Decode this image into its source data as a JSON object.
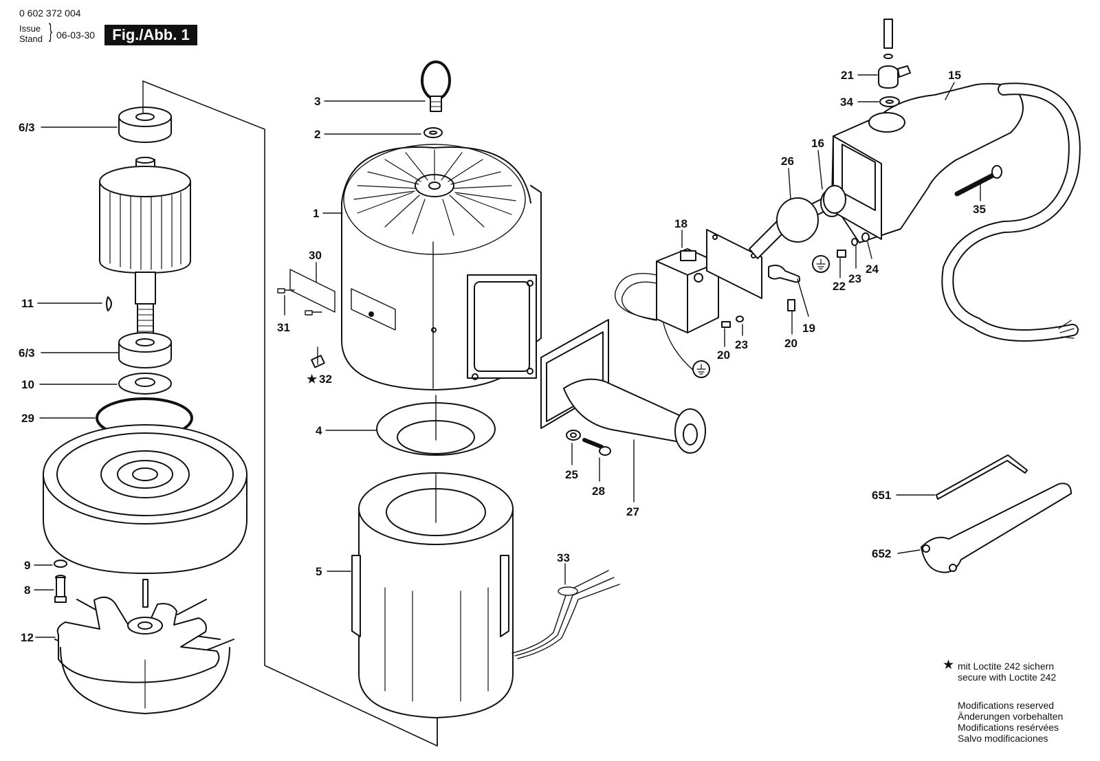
{
  "header": {
    "document_number": "0 602 372 004",
    "issue_label_en": "Issue",
    "issue_label_de": "Stand",
    "issue_date": "06-03-30",
    "figure_label": "Fig./Abb. 1"
  },
  "callouts": {
    "c_6_3_top": "6/3",
    "c_11": "11",
    "c_6_3_bottom": "6/3",
    "c_10": "10",
    "c_29": "29",
    "c_9": "9",
    "c_8": "8",
    "c_12": "12",
    "c_3": "3",
    "c_2": "2",
    "c_1": "1",
    "c_30": "30",
    "c_31": "31",
    "c_32": "32",
    "c_4": "4",
    "c_5": "5",
    "c_33": "33",
    "c_25": "25",
    "c_28": "28",
    "c_27": "27",
    "c_18": "18",
    "c_20_a": "20",
    "c_23_a": "23",
    "c_19": "19",
    "c_20_b": "20",
    "c_26": "26",
    "c_16": "16",
    "c_22": "22",
    "c_23_b": "23",
    "c_24": "24",
    "c_21": "21",
    "c_34": "34",
    "c_15": "15",
    "c_35": "35",
    "c_651": "651",
    "c_652": "652"
  },
  "notes": {
    "star_symbol": "★",
    "loctite_de": "mit Loctite 242 sichern",
    "loctite_en": "secure with Loctite 242",
    "mods_en": "Modifications reserved",
    "mods_de": "Änderungen vorbehalten",
    "mods_fr": "Modifications resérvées",
    "mods_es": "Salvo modificaciones"
  }
}
